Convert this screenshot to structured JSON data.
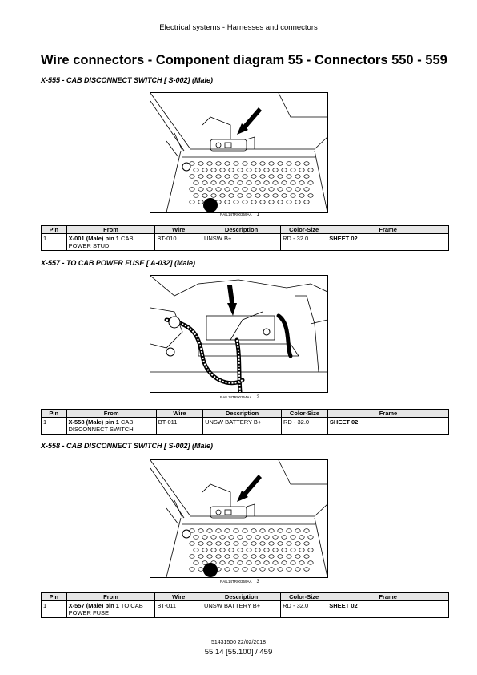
{
  "header": {
    "text": "Electrical systems - Harnesses and connectors"
  },
  "page_title": "Wire connectors - Component diagram 55 - Connectors 550 - 559",
  "table_headers": [
    "Pin",
    "From",
    "Wire",
    "Description",
    "Color-Size",
    "Frame"
  ],
  "sections": [
    {
      "title": "X-555 - CAB DISCONNECT SWITCH [ S-002] (Male)",
      "figure_code": "RAIL14TR00359AA",
      "figure_number": "1",
      "row": {
        "pin": "1",
        "from_bold": "X-001 (Male) pin 1",
        "from_rest": " CAB POWER STUD",
        "wire": "BT-010",
        "description": "UNSW B+",
        "color_size": "RD - 32.0",
        "frame": "SHEET 02"
      }
    },
    {
      "title": "X-557 - TO CAB POWER FUSE [ A-032] (Male)",
      "figure_code": "RAIL14TR00364AA",
      "figure_number": "2",
      "row": {
        "pin": "1",
        "from_bold": "X-558 (Male) pin 1",
        "from_rest": " CAB DISCONNECT SWITCH",
        "wire": "BT-011",
        "description": "UNSW BATTERY B+",
        "color_size": "RD - 32.0",
        "frame": "SHEET 02"
      }
    },
    {
      "title": "X-558 - CAB DISCONNECT SWITCH [ S-002] (Male)",
      "figure_code": "RAIL14TR00359AA",
      "figure_number": "3",
      "row": {
        "pin": "1",
        "from_bold": "X-557 (Male) pin 1",
        "from_rest": " TO CAB POWER FUSE",
        "wire": "BT-011",
        "description": "UNSW BATTERY B+",
        "color_size": "RD - 32.0",
        "frame": "SHEET 02"
      }
    }
  ],
  "footer": {
    "doc_ref": "51431500 22/02/2018",
    "page_ref": "55.14 [55.100] / 459"
  }
}
